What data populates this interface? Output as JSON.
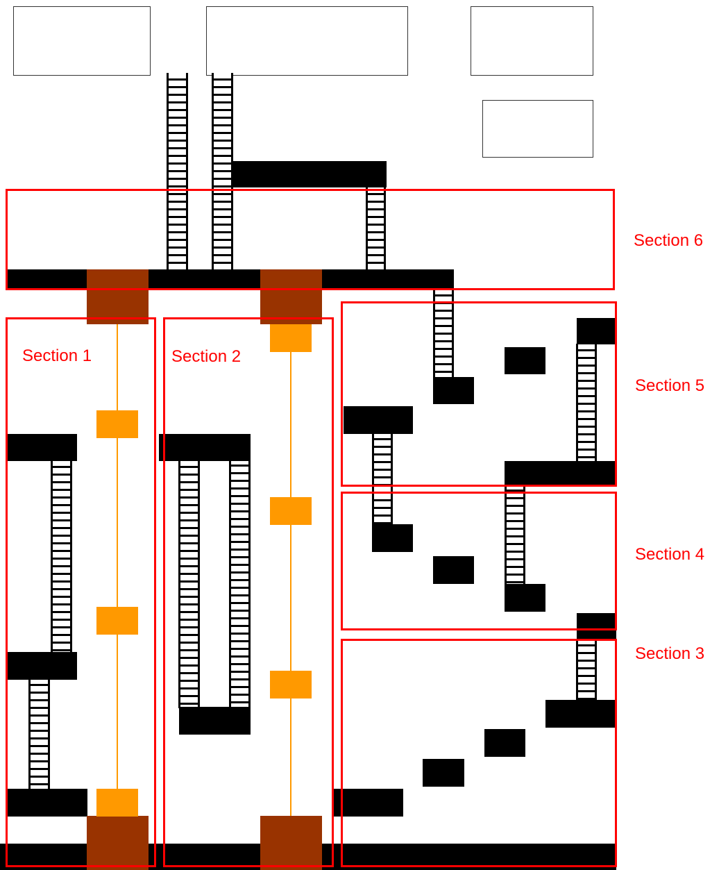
{
  "sections": [
    {
      "id": "section-1",
      "label": "Section 1"
    },
    {
      "id": "section-2",
      "label": "Section 2"
    },
    {
      "id": "section-3",
      "label": "Section 3"
    },
    {
      "id": "section-4",
      "label": "Section 4"
    },
    {
      "id": "section-5",
      "label": "Section 5"
    },
    {
      "id": "section-6",
      "label": "Section 6"
    }
  ],
  "colors": {
    "platform": "#000000",
    "block": "#993300",
    "lift": "#FF9900",
    "section_outline": "#FF0000",
    "panel_border": "#333333"
  },
  "elements": {
    "platform": "black-platform",
    "ladder": "ladder",
    "lift": "orange-elevator-lift",
    "block": "brown-elevator-block",
    "panel": "empty-hud-panel"
  }
}
